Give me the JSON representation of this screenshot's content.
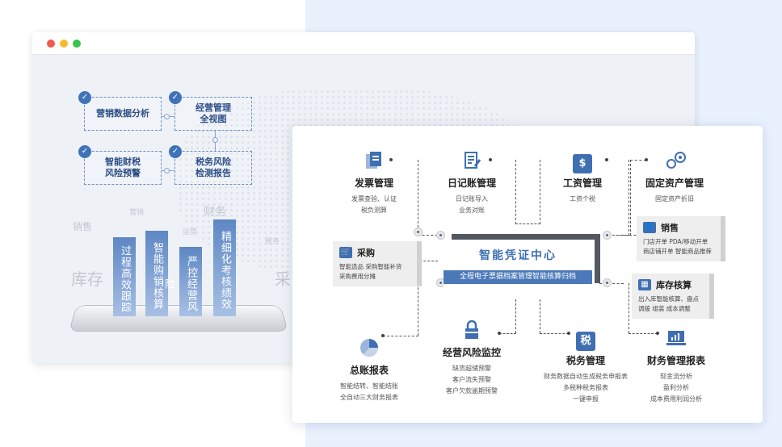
{
  "back_window": {
    "feature_tags": [
      {
        "line1": "营销数据分析",
        "line2": ""
      },
      {
        "line1": "经营管理",
        "line2": "全视图"
      },
      {
        "line1": "智能财税",
        "line2": "风险预警"
      },
      {
        "line1": "税务风险",
        "line2": "检测报告"
      }
    ],
    "faint_labels": [
      "销售",
      "营销",
      "运营",
      "财务",
      "税务",
      "库存",
      "采"
    ],
    "bars": [
      "过程高效跟踪",
      "智能购销核算",
      "严控经营风险",
      "精细化考核绩效"
    ]
  },
  "front_window": {
    "center": {
      "title": "智能凭证中心",
      "subtitle": "全程电子票据档案管理智能核算归档"
    },
    "top_nodes": [
      {
        "icon": "invoice-icon",
        "title": "发票管理",
        "line1": "发票查验、认证",
        "line2": "税负测算"
      },
      {
        "icon": "journal-icon",
        "title": "日记账管理",
        "line1": "日记账导入",
        "line2": "业务对账"
      },
      {
        "icon": "salary-icon",
        "title": "工资管理",
        "line1": "工资个税",
        "line2": ""
      },
      {
        "icon": "gears-icon",
        "title": "固定资产管理",
        "line1": "固定资产折旧",
        "line2": ""
      }
    ],
    "bottom_nodes": [
      {
        "icon": "pie-icon",
        "title": "总账报表",
        "line1": "智能结转、智能结账",
        "line2": "全自动三大财务报表",
        "line3": ""
      },
      {
        "icon": "lock-icon",
        "title": "经营风险监控",
        "line1": "缺货超储预警",
        "line2": "客户流失预警",
        "line3": "客户欠款逾期预警"
      },
      {
        "icon": "tax-icon",
        "title": "税务管理",
        "line1": "财务数据自动生成税务申报表",
        "line2": "多税种税务报表",
        "line3": "一键申报"
      },
      {
        "icon": "report-icon",
        "title": "财务管理报表",
        "line1": "现金流分析",
        "line2": "盈利分析",
        "line3": "成本费用利润分析"
      }
    ],
    "cards": {
      "purchase": {
        "title": "采购",
        "line1": "智能选品  采购智能补货",
        "line2": "采购费用分摊"
      },
      "sales": {
        "title": "销售",
        "line1": "门店开单  PDA/移动开单",
        "line2": "商店铺开单  智能商品推荐"
      },
      "inventory": {
        "title": "库存核算",
        "line1": "出入库智能核算、盘点",
        "line2": "调拨  组装  成本调整"
      }
    },
    "icon_text": {
      "salary": "$",
      "tax": "税"
    }
  },
  "colors": {
    "accent": "#3f6fb2",
    "center_band": "#4a78b9",
    "frame": "#545860",
    "page_right_bg": "#e9f1fd"
  }
}
